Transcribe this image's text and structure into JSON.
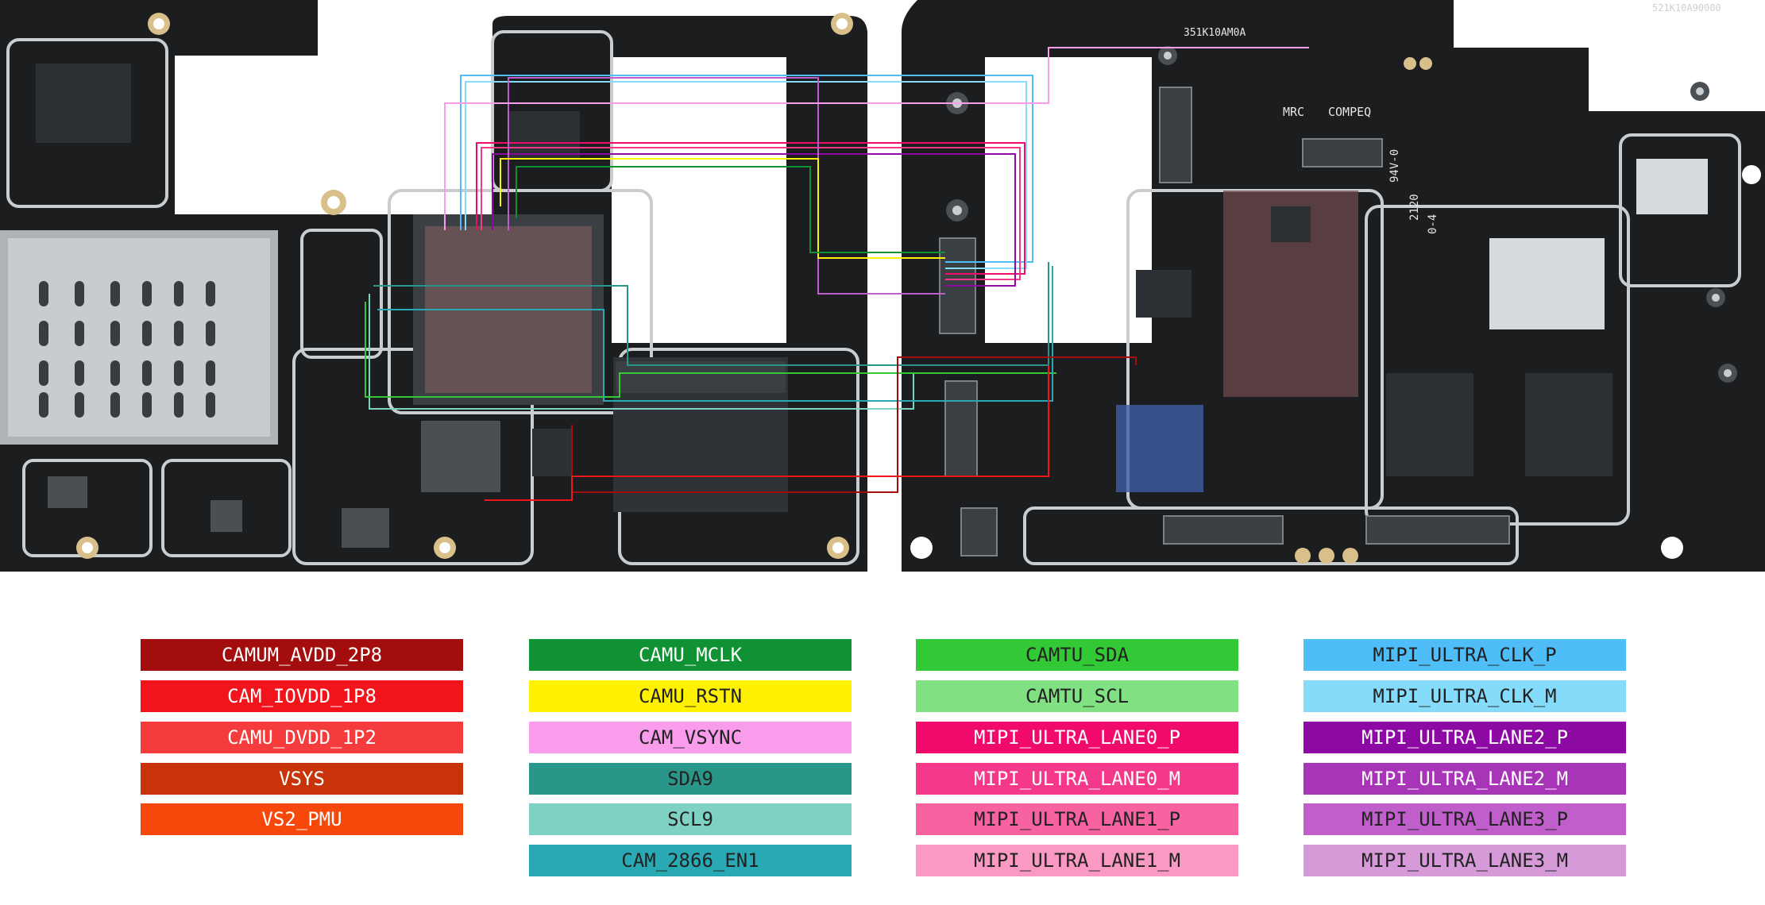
{
  "board": {
    "left_labels": [],
    "right_labels": [
      "351K10AM0A",
      "MRC",
      "COMPEQ",
      "94V-0",
      "2120",
      "0-4",
      "521K10A90000"
    ],
    "colors": {
      "background": "#ffffff",
      "board": "#1b1d1f",
      "board_dark": "#0f1011",
      "trace_outline": "#c9cdd0",
      "component": "#4a4f54",
      "component_light": "#8c9398",
      "pad_gold": "#d9c08a"
    }
  },
  "legend": {
    "columns": [
      [
        {
          "label": "CAMUM_AVDD_2P8",
          "color": "#a30d0d",
          "text_color": "#ffffff"
        },
        {
          "label": "CAM_IOVDD_1P8",
          "color": "#f2141b",
          "text_color": "#ffffff"
        },
        {
          "label": "CAMU_DVDD_1P2",
          "color": "#f53b3b",
          "text_color": "#ffffff"
        },
        {
          "label": "VSYS",
          "color": "#c93309",
          "text_color": "#ffffff"
        },
        {
          "label": "VS2_PMU",
          "color": "#f5480a",
          "text_color": "#ffffff"
        }
      ],
      [
        {
          "label": "CAMU_MCLK",
          "color": "#109133",
          "text_color": "#ffffff"
        },
        {
          "label": "CAMU_RSTN",
          "color": "#fff200",
          "text_color": "#222222"
        },
        {
          "label": "CAM_VSYNC",
          "color": "#fa9cec",
          "text_color": "#222222"
        },
        {
          "label": "SDA9",
          "color": "#2a968a",
          "text_color": "#222222"
        },
        {
          "label": "SCL9",
          "color": "#7fd1c3",
          "text_color": "#222222"
        },
        {
          "label": "CAM_2866_EN1",
          "color": "#29a9b3",
          "text_color": "#222222"
        }
      ],
      [
        {
          "label": "CAMTU_SDA",
          "color": "#33c936",
          "text_color": "#222222"
        },
        {
          "label": "CAMTU_SCL",
          "color": "#80e082",
          "text_color": "#222222"
        },
        {
          "label": "MIPI_ULTRA_LANE0_P",
          "color": "#f00a6b",
          "text_color": "#ffffff"
        },
        {
          "label": "MIPI_ULTRA_LANE0_M",
          "color": "#f5398a",
          "text_color": "#ffffff"
        },
        {
          "label": "MIPI_ULTRA_LANE1_P",
          "color": "#f763a1",
          "text_color": "#222222"
        },
        {
          "label": "MIPI_ULTRA_LANE1_M",
          "color": "#fa9ac3",
          "text_color": "#222222"
        }
      ],
      [
        {
          "label": "MIPI_ULTRA_CLK_P",
          "color": "#4fbdf7",
          "text_color": "#222222"
        },
        {
          "label": "MIPI_ULTRA_CLK_M",
          "color": "#85dcfa",
          "text_color": "#222222"
        },
        {
          "label": "MIPI_ULTRA_LANE2_P",
          "color": "#8c0aa3",
          "text_color": "#ffffff"
        },
        {
          "label": "MIPI_ULTRA_LANE2_M",
          "color": "#a834b8",
          "text_color": "#ffffff"
        },
        {
          "label": "MIPI_ULTRA_LANE3_P",
          "color": "#c05ecc",
          "text_color": "#222222"
        },
        {
          "label": "MIPI_ULTRA_LANE3_M",
          "color": "#d69ad9",
          "text_color": "#222222"
        }
      ]
    ]
  }
}
